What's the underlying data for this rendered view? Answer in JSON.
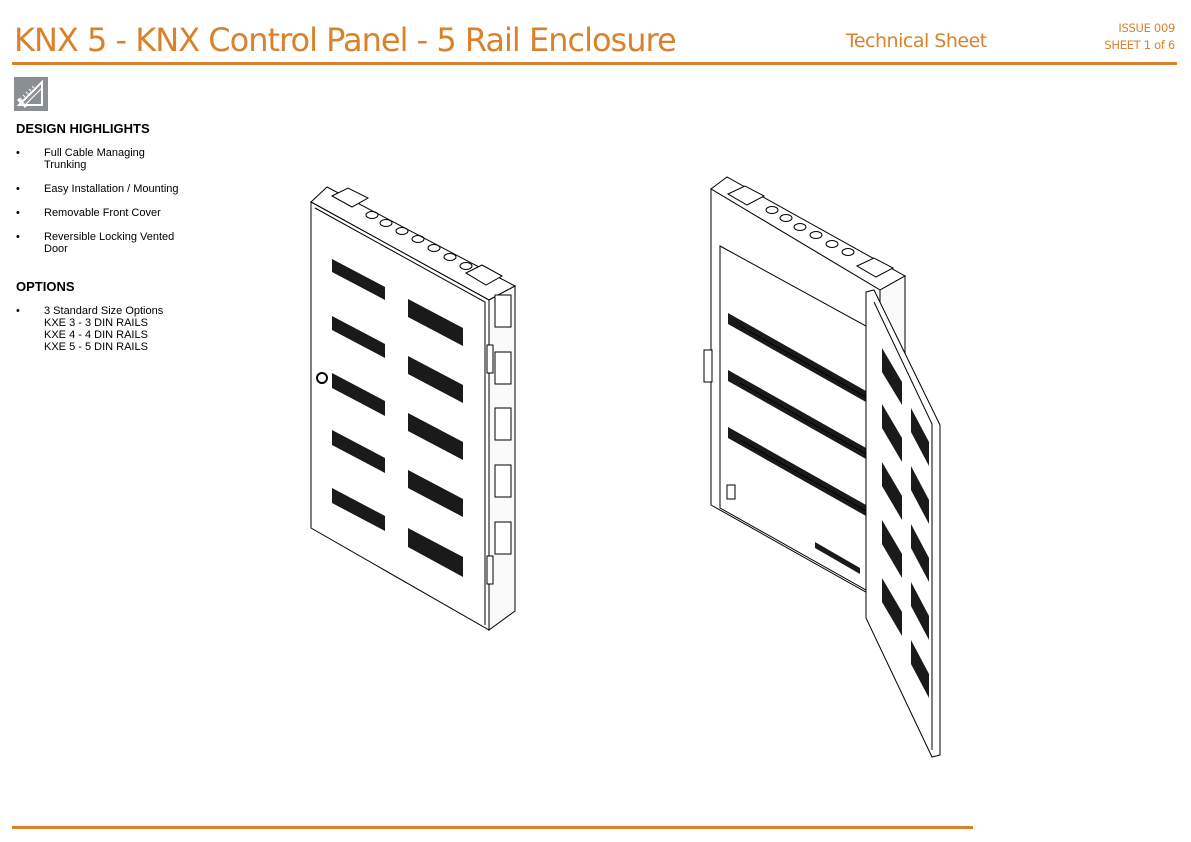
{
  "header": {
    "title": "KNX 5 - KNX Control Panel - 5 Rail Enclosure",
    "sheet_type": "Technical Sheet",
    "issue": "ISSUE 009",
    "sheet": "SHEET 1 of 6"
  },
  "icons": {
    "badge": "design-tools-icon"
  },
  "colors": {
    "accent": "#d9822b",
    "badge": "#8a8f94"
  },
  "design_highlights": {
    "title": "DESIGN HIGHLIGHTS",
    "items": [
      {
        "bullet": "•",
        "line1": "Full Cable Managing",
        "line2": "Trunking"
      },
      {
        "bullet": "•",
        "line1": "Easy Installation / Mounting",
        "line2": ""
      },
      {
        "bullet": "•",
        "line1": "Removable Front Cover",
        "line2": ""
      },
      {
        "bullet": "•",
        "line1": "Reversible Locking Vented",
        "line2": "Door"
      }
    ]
  },
  "options": {
    "title": "OPTIONS",
    "items": [
      {
        "bullet": "•",
        "lines": [
          "3 Standard Size Options",
          "KXE 3 - 3 DIN RAILS",
          "KXE 4 - 4 DIN RAILS",
          "KXE 5 - 5 DIN RAILS"
        ]
      }
    ]
  }
}
